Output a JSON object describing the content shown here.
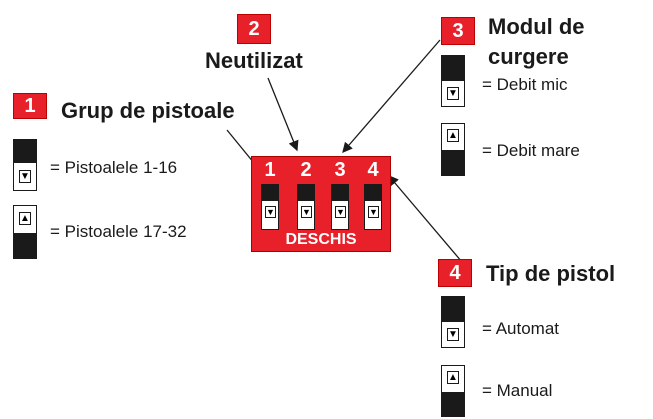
{
  "colors": {
    "accent": "#e8202a",
    "ink": "#1a1a1a"
  },
  "callouts": {
    "group": {
      "number": "1",
      "title": "Grup de pistoale"
    },
    "unused": {
      "number": "2",
      "title": "Neutilizat"
    },
    "flow": {
      "number": "3",
      "title_line1": "Modul de",
      "title_line2": "curgere"
    },
    "type": {
      "number": "4",
      "title": "Tip de pistol"
    }
  },
  "legend": {
    "group_down": "= Pistoalele 1-16",
    "group_up": "= Pistoalele 17-32",
    "flow_down": "= Debit mic",
    "flow_up": "= Debit mare",
    "type_down": "= Automat",
    "type_up": "= Manual"
  },
  "switch_panel": {
    "numbers": [
      "1",
      "2",
      "3",
      "4"
    ],
    "open_label": "DESCHIS"
  },
  "icons": {
    "down": "▼",
    "up": "▲"
  }
}
